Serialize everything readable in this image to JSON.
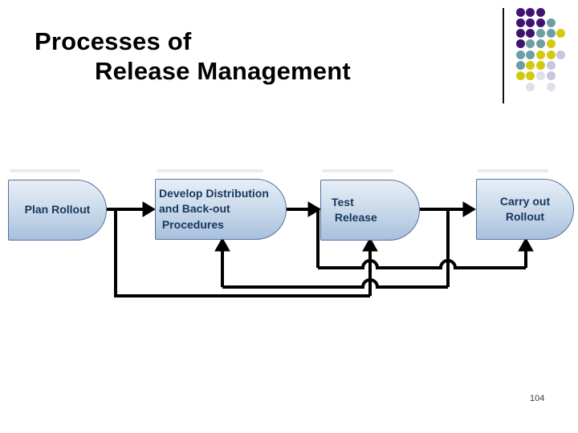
{
  "slide": {
    "title_line1": "Processes of",
    "title_line2": "Release Management",
    "page_number": "104"
  },
  "diagram": {
    "node_fill_top": "#e7eef7",
    "node_fill_bottom": "#a8c0dd",
    "node_border_color": "#53719c",
    "node_text_color": "#17375d",
    "connector_color": "#000000",
    "nodes": [
      {
        "id": "plan-rollout",
        "label": "Plan Rollout"
      },
      {
        "id": "develop-procedures",
        "label": "Develop Distribution\nand Back-out\n Procedures"
      },
      {
        "id": "test-release",
        "label": "Test\n Release"
      },
      {
        "id": "carry-out-rollout",
        "label": "Carry out\nRollout"
      }
    ]
  },
  "decoration": {
    "line_color": "#111111",
    "palette": {
      "P": "#40146e",
      "T": "#6d9ea6",
      "Y": "#d3ca10",
      "L": "#c6c6dc",
      "l": "#dfdfec"
    },
    "grid": [
      "PPP..",
      "PPPT.",
      "PPTTY",
      "PTTY.",
      "TTYYL",
      "TYYL.",
      "YYlL.",
      ".l.l."
    ]
  }
}
